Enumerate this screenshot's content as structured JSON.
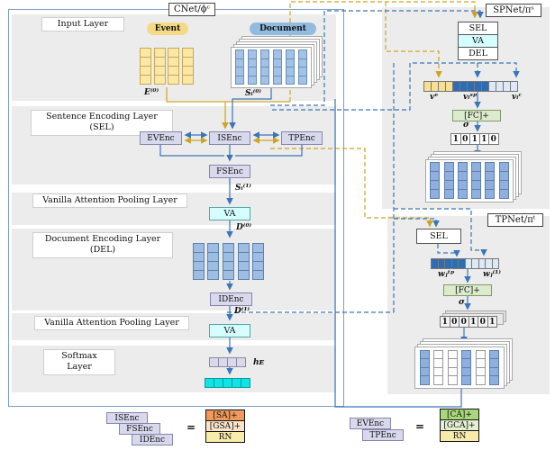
{
  "colors": {
    "accent_blue": "#3a76b8",
    "accent_gold": "#cfa424",
    "event_yellow": "#f5da85",
    "doc_blue": "#92bbe0",
    "enc_box": "#d9d9ee",
    "va_cyan": "#d5ffff",
    "fc_green": "#dcebcd",
    "bar_dark_blue": "#2e6db4",
    "bar_light_blue": "#dde9f5",
    "output_cyan": "#10e4e6",
    "sa_orange": "#ef9a5c",
    "gsa_peach": "#fbe4cb",
    "rn_yellow": "#f9ecab",
    "ca_green": "#a8d87a",
    "gca_light_green": "#e3f0d3",
    "band_gray": "#ececec"
  },
  "cnet": {
    "title": "CNet/ϕᶜ",
    "input": {
      "label": "Input Layer",
      "event_badge": "Event",
      "document_badge": "Document",
      "event_var": "E⁽⁰⁾",
      "doc_var": "Sᵢ⁽⁰⁾"
    },
    "sel": {
      "label_line1": "Sentence Encoding Layer",
      "label_line2": "(SEL)",
      "evenc": "EVEnc",
      "isenc": "ISEnc",
      "tpenc": "TPEnc",
      "fsenc": "FSEnc",
      "out_var": "Sᵢ⁽¹⁾"
    },
    "vap1": {
      "label": "Vanilla Attention Pooling Layer",
      "va": "VA",
      "out_var": "D⁽⁰⁾"
    },
    "del": {
      "label_line1": "Document Encoding Layer",
      "label_line2": "(DEL)",
      "idenc": "IDEnc",
      "out_var": "D⁽¹⁾"
    },
    "vap2": {
      "label": "Vanilla Attention Pooling Layer",
      "va": "VA"
    },
    "softmax": {
      "label": "Softmax Layer",
      "out_var": "hᴇ"
    }
  },
  "spnet": {
    "title": "SPNet/πˢ",
    "sel": "SEL",
    "va": "VA",
    "del": "DEL",
    "v_event": "vᵉ",
    "v_sp": "vᵢˢᵖ",
    "v_context": "vᵢᶜ",
    "fc": "[FC]+",
    "sigma": "σ",
    "bits": [
      "1",
      "0",
      "1",
      "1",
      "0"
    ]
  },
  "tpnet": {
    "title": "TPNet/πᵗ",
    "sel": "SEL",
    "w_tp": "wⱼᵗᵖ",
    "w_first": "wⱼ⁽¹⁾",
    "fc": "[FC]+",
    "sigma": "σ",
    "bits": [
      "1",
      "0",
      "0",
      "1",
      "0",
      "1"
    ]
  },
  "legend": {
    "left": {
      "enc1": "ISEnc",
      "enc2": "FSEnc",
      "enc3": "IDEnc",
      "equals": "=",
      "part1": "[SA]+",
      "part2": "[GSA]+",
      "part3": "RN"
    },
    "right": {
      "enc1": "EVEnc",
      "enc2": "TPEnc",
      "equals": "=",
      "part1": "[CA]+",
      "part2": "[GCA]+",
      "part3": "RN"
    }
  }
}
